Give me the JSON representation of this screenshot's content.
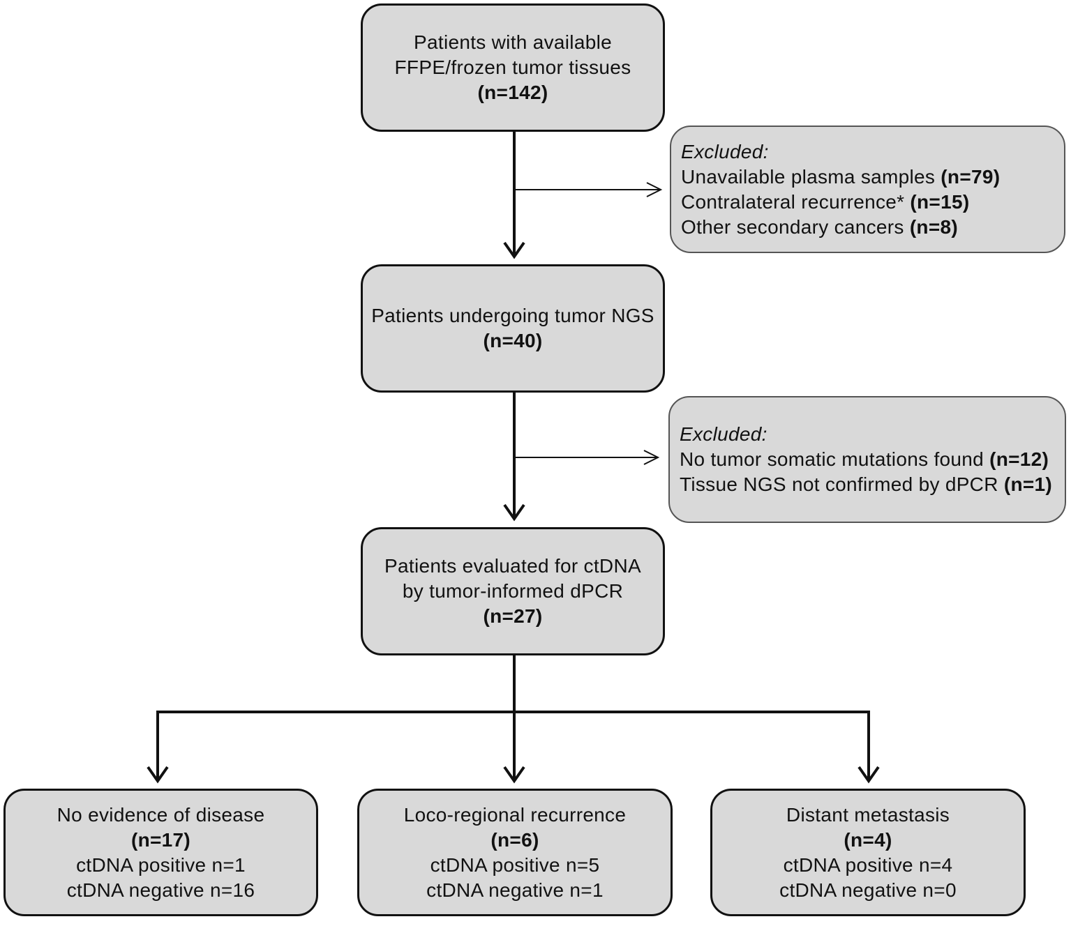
{
  "top": {
    "line1": "Patients with available",
    "line2": "FFPE/frozen tumor tissues",
    "count": "(n=142)"
  },
  "exclusion1": {
    "heading": "Excluded:",
    "items": [
      {
        "text": "Unavailable plasma samples",
        "count": "(n=79)"
      },
      {
        "text": "Contralateral recurrence*",
        "count": "(n=15)"
      },
      {
        "text": "Other secondary cancers",
        "count": "(n=8)"
      }
    ]
  },
  "ngs": {
    "line1": "Patients undergoing tumor NGS",
    "count": "(n=40)"
  },
  "exclusion2": {
    "heading": "Excluded:",
    "items": [
      {
        "text": "No tumor somatic mutations found",
        "count": "(n=12)"
      },
      {
        "text": "Tissue NGS not confirmed by dPCR",
        "count": "(n=1)"
      }
    ]
  },
  "ctdna": {
    "line1": "Patients evaluated for ctDNA",
    "line2": "by tumor-informed dPCR",
    "count": "(n=27)"
  },
  "outcomes": [
    {
      "title": "No evidence of disease",
      "count": "(n=17)",
      "positive": "ctDNA positive n=1",
      "negative": "ctDNA negative n=16"
    },
    {
      "title": "Loco-regional recurrence",
      "count": "(n=6)",
      "positive": "ctDNA positive n=5",
      "negative": "ctDNA negative n=1"
    },
    {
      "title": "Distant metastasis",
      "count": "(n=4)",
      "positive": "ctDNA positive n=4",
      "negative": "ctDNA negative n=0"
    }
  ]
}
